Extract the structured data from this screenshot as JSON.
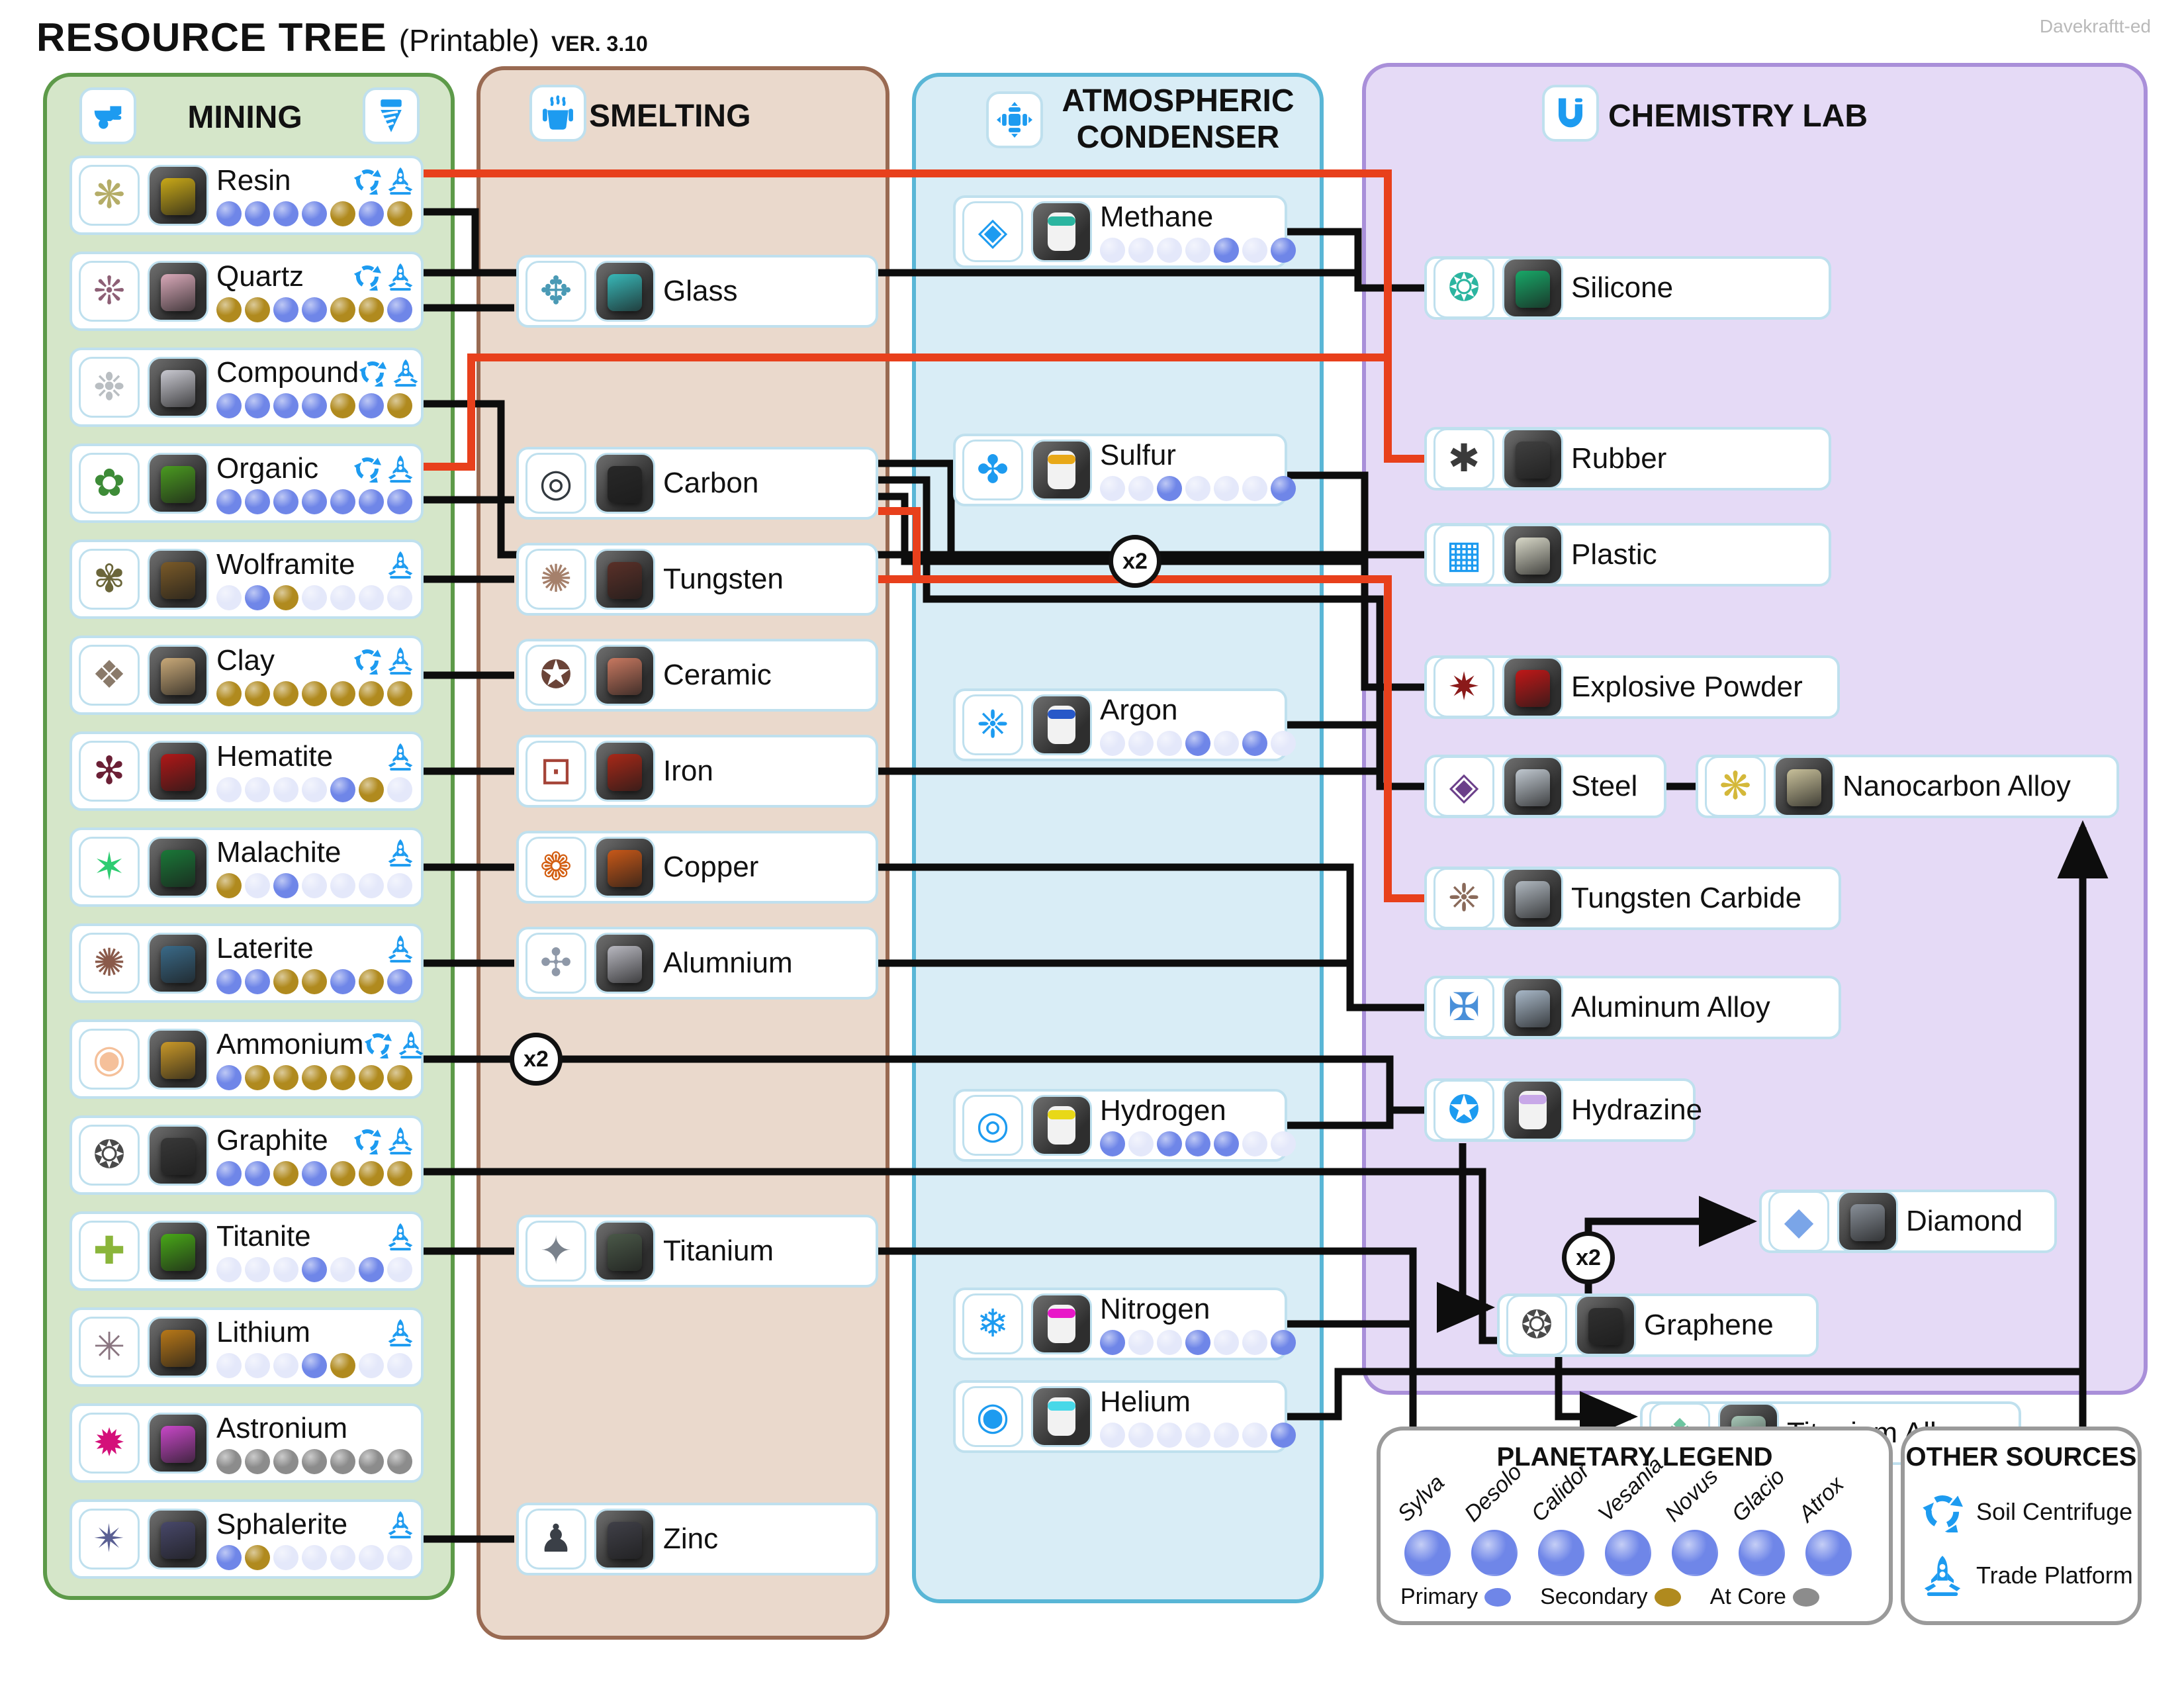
{
  "title": {
    "main": "RESOURCE TREE",
    "sub": "(Printable)",
    "version": "VER. 3.10",
    "credit": "Davekraftt-ed"
  },
  "columns": [
    {
      "id": "mining",
      "title": "MINING",
      "items": [
        {
          "id": "resin",
          "label": "Resin",
          "icon": "❋",
          "icon_color": "#b5ad68",
          "tile": "#c9a918",
          "kind": "nugget",
          "sources": [
            "soil",
            "trade"
          ],
          "planets": "PPPPSPS"
        },
        {
          "id": "quartz",
          "label": "Quartz",
          "icon": "❊",
          "icon_color": "#8d5f75",
          "tile": "#d9a9b9",
          "kind": "nugget",
          "sources": [
            "soil",
            "trade"
          ],
          "planets": "SSPPSSP"
        },
        {
          "id": "compound",
          "label": "Compound",
          "icon": "❉",
          "icon_color": "#b9bec2",
          "tile": "#c9c9d1",
          "kind": "nugget",
          "sources": [
            "soil",
            "trade"
          ],
          "planets": "PPPPSPS"
        },
        {
          "id": "organic",
          "label": "Organic",
          "icon": "✿",
          "icon_color": "#3d8b37",
          "tile": "#4a9a20",
          "kind": "nugget",
          "sources": [
            "soil",
            "trade"
          ],
          "planets": "PPPPPPP"
        },
        {
          "id": "wolframite",
          "label": "Wolframite",
          "icon": "✾",
          "icon_color": "#6b663a",
          "tile": "#7a5a28",
          "kind": "nugget",
          "sources": [
            "trade"
          ],
          "planets": "IPSIIII"
        },
        {
          "id": "clay",
          "label": "Clay",
          "icon": "❖",
          "icon_color": "#8a7a6a",
          "tile": "#c9a978",
          "kind": "nugget",
          "sources": [
            "soil",
            "trade"
          ],
          "planets": "SSSSSSS"
        },
        {
          "id": "hematite",
          "label": "Hematite",
          "icon": "✻",
          "icon_color": "#6b1f35",
          "tile": "#b01818",
          "kind": "nugget",
          "sources": [
            "trade"
          ],
          "planets": "IIIIPSI"
        },
        {
          "id": "malachite",
          "label": "Malachite",
          "icon": "✶",
          "icon_color": "#2ecc71",
          "tile": "#1a7838",
          "kind": "nugget",
          "sources": [
            "trade"
          ],
          "planets": "SIPIIII"
        },
        {
          "id": "laterite",
          "label": "Laterite",
          "icon": "✺",
          "icon_color": "#8a5a4a",
          "tile": "#3a6a88",
          "kind": "nugget",
          "sources": [
            "trade"
          ],
          "planets": "PPSSPSP"
        },
        {
          "id": "ammonium",
          "label": "Ammonium",
          "icon": "◉",
          "icon_color": "#f5c09a",
          "tile": "#c99828",
          "kind": "nugget",
          "sources": [
            "soil",
            "trade"
          ],
          "planets": "PSSSSSS"
        },
        {
          "id": "graphite",
          "label": "Graphite",
          "icon": "❂",
          "icon_color": "#4a4a4a",
          "tile": "#383838",
          "kind": "nugget",
          "sources": [
            "soil",
            "trade"
          ],
          "planets": "PPSPSSS"
        },
        {
          "id": "titanite",
          "label": "Titanite",
          "icon": "✚",
          "icon_color": "#8ab53a",
          "tile": "#48a818",
          "kind": "nugget",
          "sources": [
            "trade"
          ],
          "planets": "IIIPIPI"
        },
        {
          "id": "lithium",
          "label": "Lithium",
          "icon": "✳",
          "icon_color": "#8a7580",
          "tile": "#b87818",
          "kind": "nugget",
          "sources": [
            "trade"
          ],
          "planets": "IIIPSII"
        },
        {
          "id": "astronium",
          "label": "Astronium",
          "icon": "✹",
          "icon_color": "#d4107a",
          "tile": "#c848c8",
          "kind": "nugget",
          "sources": [],
          "planets": "CCCCCCC"
        },
        {
          "id": "sphalerite",
          "label": "Sphalerite",
          "icon": "✴",
          "icon_color": "#5a5f93",
          "tile": "#48486a",
          "kind": "nugget",
          "sources": [
            "trade"
          ],
          "planets": "PSIIIII"
        }
      ]
    },
    {
      "id": "smelting",
      "title": "SMELTING",
      "items": [
        {
          "id": "glass",
          "label": "Glass",
          "icon": "✥",
          "icon_color": "#4a9ab5",
          "tile": "#38b8b8",
          "kind": "nugget"
        },
        {
          "id": "carbon",
          "label": "Carbon",
          "icon": "◎",
          "icon_color": "#32393f",
          "tile": "#282828",
          "kind": "nugget"
        },
        {
          "id": "tungsten",
          "label": "Tungsten",
          "icon": "✺",
          "icon_color": "#a5806b",
          "tile": "#5a3028",
          "kind": "nugget"
        },
        {
          "id": "ceramic",
          "label": "Ceramic",
          "icon": "✪",
          "icon_color": "#6b4438",
          "tile": "#c87860",
          "kind": "nugget"
        },
        {
          "id": "iron",
          "label": "Iron",
          "icon": "⊡",
          "icon_color": "#a54438",
          "tile": "#a82818",
          "kind": "nugget"
        },
        {
          "id": "copper",
          "label": "Copper",
          "icon": "❁",
          "icon_color": "#d35f12",
          "tile": "#c85818",
          "kind": "nugget"
        },
        {
          "id": "alumnium",
          "label": "Alumnium",
          "icon": "✣",
          "icon_color": "#8e98a8",
          "tile": "#b8b8c0",
          "kind": "nugget"
        },
        {
          "id": "titanium",
          "label": "Titanium",
          "icon": "✦",
          "icon_color": "#7a828c",
          "tile": "#4a5848",
          "kind": "nugget"
        },
        {
          "id": "zinc",
          "label": "Zinc",
          "icon": "♟",
          "icon_color": "#3a3f47",
          "tile": "#404048",
          "kind": "nugget"
        }
      ]
    },
    {
      "id": "condenser",
      "title": "ATMOSPHERIC CONDENSER",
      "items": [
        {
          "id": "methane",
          "label": "Methane",
          "icon": "◈",
          "icon_color": "#1d9bf0",
          "tile": "#2bb5a0",
          "kind": "canister",
          "planets": "IIIIPIP"
        },
        {
          "id": "sulfur",
          "label": "Sulfur",
          "icon": "✤",
          "icon_color": "#1d9bf0",
          "tile": "#e8a818",
          "kind": "canister",
          "planets": "IIPIIIP"
        },
        {
          "id": "argon",
          "label": "Argon",
          "icon": "❈",
          "icon_color": "#1d9bf0",
          "tile": "#2858c8",
          "kind": "canister",
          "planets": "IIIPIPI"
        },
        {
          "id": "hydrogen",
          "label": "Hydrogen",
          "icon": "◎",
          "icon_color": "#1d9bf0",
          "tile": "#e8d818",
          "kind": "canister",
          "planets": "PIPPPII"
        },
        {
          "id": "nitrogen",
          "label": "Nitrogen",
          "icon": "❄",
          "icon_color": "#1d9bf0",
          "tile": "#e818c8",
          "kind": "canister",
          "planets": "PIIPIIP"
        },
        {
          "id": "helium",
          "label": "Helium",
          "icon": "◉",
          "icon_color": "#1d9bf0",
          "tile": "#48d8e8",
          "kind": "canister",
          "planets": "IIIIIIP"
        }
      ]
    },
    {
      "id": "chemlab",
      "title": "CHEMISTRY LAB",
      "items": [
        {
          "id": "silicone",
          "label": "Silicone",
          "icon": "❂",
          "icon_color": "#2bb5a0",
          "tile": "#18a868",
          "kind": "nugget"
        },
        {
          "id": "rubber",
          "label": "Rubber",
          "icon": "✱",
          "icon_color": "#3a3a3a",
          "tile": "#404040",
          "kind": "nugget"
        },
        {
          "id": "plastic",
          "label": "Plastic",
          "icon": "▦",
          "icon_color": "#1d9bf0",
          "tile": "#d8d8c8",
          "kind": "nugget"
        },
        {
          "id": "explosive",
          "label": "Explosive Powder",
          "icon": "✷",
          "icon_color": "#8b1a1a",
          "tile": "#c01818",
          "kind": "nugget"
        },
        {
          "id": "steel",
          "label": "Steel",
          "icon": "◈",
          "icon_color": "#6b3f8a",
          "tile": "#c0c8d0",
          "kind": "nugget"
        },
        {
          "id": "nanocarbon",
          "label": "Nanocarbon Alloy",
          "icon": "❋",
          "icon_color": "#d4b83a",
          "tile": "#c8c09a",
          "kind": "nugget"
        },
        {
          "id": "tungstencarbide",
          "label": "Tungsten Carbide",
          "icon": "❈",
          "icon_color": "#8a6a5a",
          "tile": "#b0b8c0",
          "kind": "nugget"
        },
        {
          "id": "aluminumalloy",
          "label": "Aluminum Alloy",
          "icon": "✠",
          "icon_color": "#4a90d9",
          "tile": "#a8b8c8",
          "kind": "nugget"
        },
        {
          "id": "hydrazine",
          "label": "Hydrazine",
          "icon": "✪",
          "icon_color": "#1d9bf0",
          "tile": "#c8a8e8",
          "kind": "canister"
        },
        {
          "id": "diamond",
          "label": "Diamond",
          "icon": "◆",
          "icon_color": "#7aa5e8",
          "tile": "#888f98",
          "kind": "nugget"
        },
        {
          "id": "graphene",
          "label": "Graphene",
          "icon": "❂",
          "icon_color": "#4a4a4a",
          "tile": "#303030",
          "kind": "nugget"
        },
        {
          "id": "titaniumalloy",
          "label": "Titanium Alloy",
          "icon": "❖",
          "icon_color": "#6cc5a0",
          "tile": "#a8c8b8",
          "kind": "nugget"
        }
      ]
    }
  ],
  "connections": [
    {
      "from": "quartz",
      "to": "glass",
      "color": "black"
    },
    {
      "from": "organic",
      "to": "carbon",
      "color": "black"
    },
    {
      "from": "wolframite",
      "to": "tungsten",
      "color": "black"
    },
    {
      "from": "clay",
      "to": "ceramic",
      "color": "black"
    },
    {
      "from": "hematite",
      "to": "iron",
      "color": "black"
    },
    {
      "from": "malachite",
      "to": "copper",
      "color": "black"
    },
    {
      "from": "laterite",
      "to": "alumnium",
      "color": "black"
    },
    {
      "from": "titanite",
      "to": "titanium",
      "color": "black"
    },
    {
      "from": "sphalerite",
      "to": "zinc",
      "color": "black"
    },
    {
      "from": "resin",
      "to": "silicone",
      "color": "black"
    },
    {
      "from": "quartz",
      "to": "silicone",
      "color": "black"
    },
    {
      "from": "methane",
      "to": "silicone",
      "color": "black"
    },
    {
      "from": "resin",
      "to": "rubber",
      "color": "red"
    },
    {
      "from": "organic",
      "to": "rubber",
      "color": "red"
    },
    {
      "from": "compound",
      "to": "plastic",
      "color": "black"
    },
    {
      "from": "carbon",
      "to": "plastic",
      "color": "black"
    },
    {
      "from": "sulfur",
      "to": "explosive",
      "color": "black"
    },
    {
      "from": "carbon",
      "to": "explosive",
      "color": "black",
      "multiplier": "x2"
    },
    {
      "from": "carbon",
      "to": "steel",
      "color": "black"
    },
    {
      "from": "iron",
      "to": "steel",
      "color": "black"
    },
    {
      "from": "argon",
      "to": "steel",
      "color": "black"
    },
    {
      "from": "steel",
      "to": "nanocarbon",
      "color": "black"
    },
    {
      "from": "tungsten",
      "to": "tungstencarbide",
      "color": "red"
    },
    {
      "from": "carbon",
      "to": "tungstencarbide",
      "color": "red"
    },
    {
      "from": "copper",
      "to": "aluminumalloy",
      "color": "black"
    },
    {
      "from": "alumnium",
      "to": "aluminumalloy",
      "color": "black"
    },
    {
      "from": "ammonium",
      "to": "hydrazine",
      "color": "black",
      "multiplier": "x2"
    },
    {
      "from": "hydrogen",
      "to": "hydrazine",
      "color": "black"
    },
    {
      "from": "graphite",
      "to": "graphene",
      "color": "black"
    },
    {
      "from": "hydrazine",
      "to": "graphene",
      "color": "black",
      "arrow": true
    },
    {
      "from": "graphene",
      "to": "diamond",
      "color": "black",
      "arrow": true,
      "multiplier": "x2"
    },
    {
      "from": "graphene",
      "to": "titaniumalloy",
      "color": "black",
      "arrow": true
    },
    {
      "from": "titanium",
      "to": "titaniumalloy",
      "color": "black"
    },
    {
      "from": "nitrogen",
      "to": "titaniumalloy",
      "color": "black"
    },
    {
      "from": "helium",
      "to": "nanocarbon",
      "color": "black"
    },
    {
      "from": "titaniumalloy",
      "to": "nanocarbon",
      "color": "black",
      "arrow": true
    }
  ],
  "legend_planets": {
    "title": "PLANETARY LEGEND",
    "planets": [
      "Sylva",
      "Desolo",
      "Calidor",
      "Vesania",
      "Novus",
      "Glacio",
      "Atrox"
    ],
    "states": [
      {
        "label": "Primary",
        "color": "#6f86e8"
      },
      {
        "label": "Secondary",
        "color": "#b08a1e"
      },
      {
        "label": "At Core",
        "color": "#8c8c8c"
      }
    ]
  },
  "other_sources": {
    "title": "OTHER SOURCES",
    "entries": [
      {
        "icon": "soil-centrifuge",
        "label": "Soil Centrifuge"
      },
      {
        "icon": "trade-platform",
        "label": "Trade Platform"
      }
    ]
  },
  "state_colors": {
    "P": "#6f86e8",
    "S": "#b08a1e",
    "C": "#8c8c8c",
    "I": "#e4e8fa"
  },
  "line_colors": {
    "black": "#0d0d0d",
    "red": "#e8401c"
  }
}
